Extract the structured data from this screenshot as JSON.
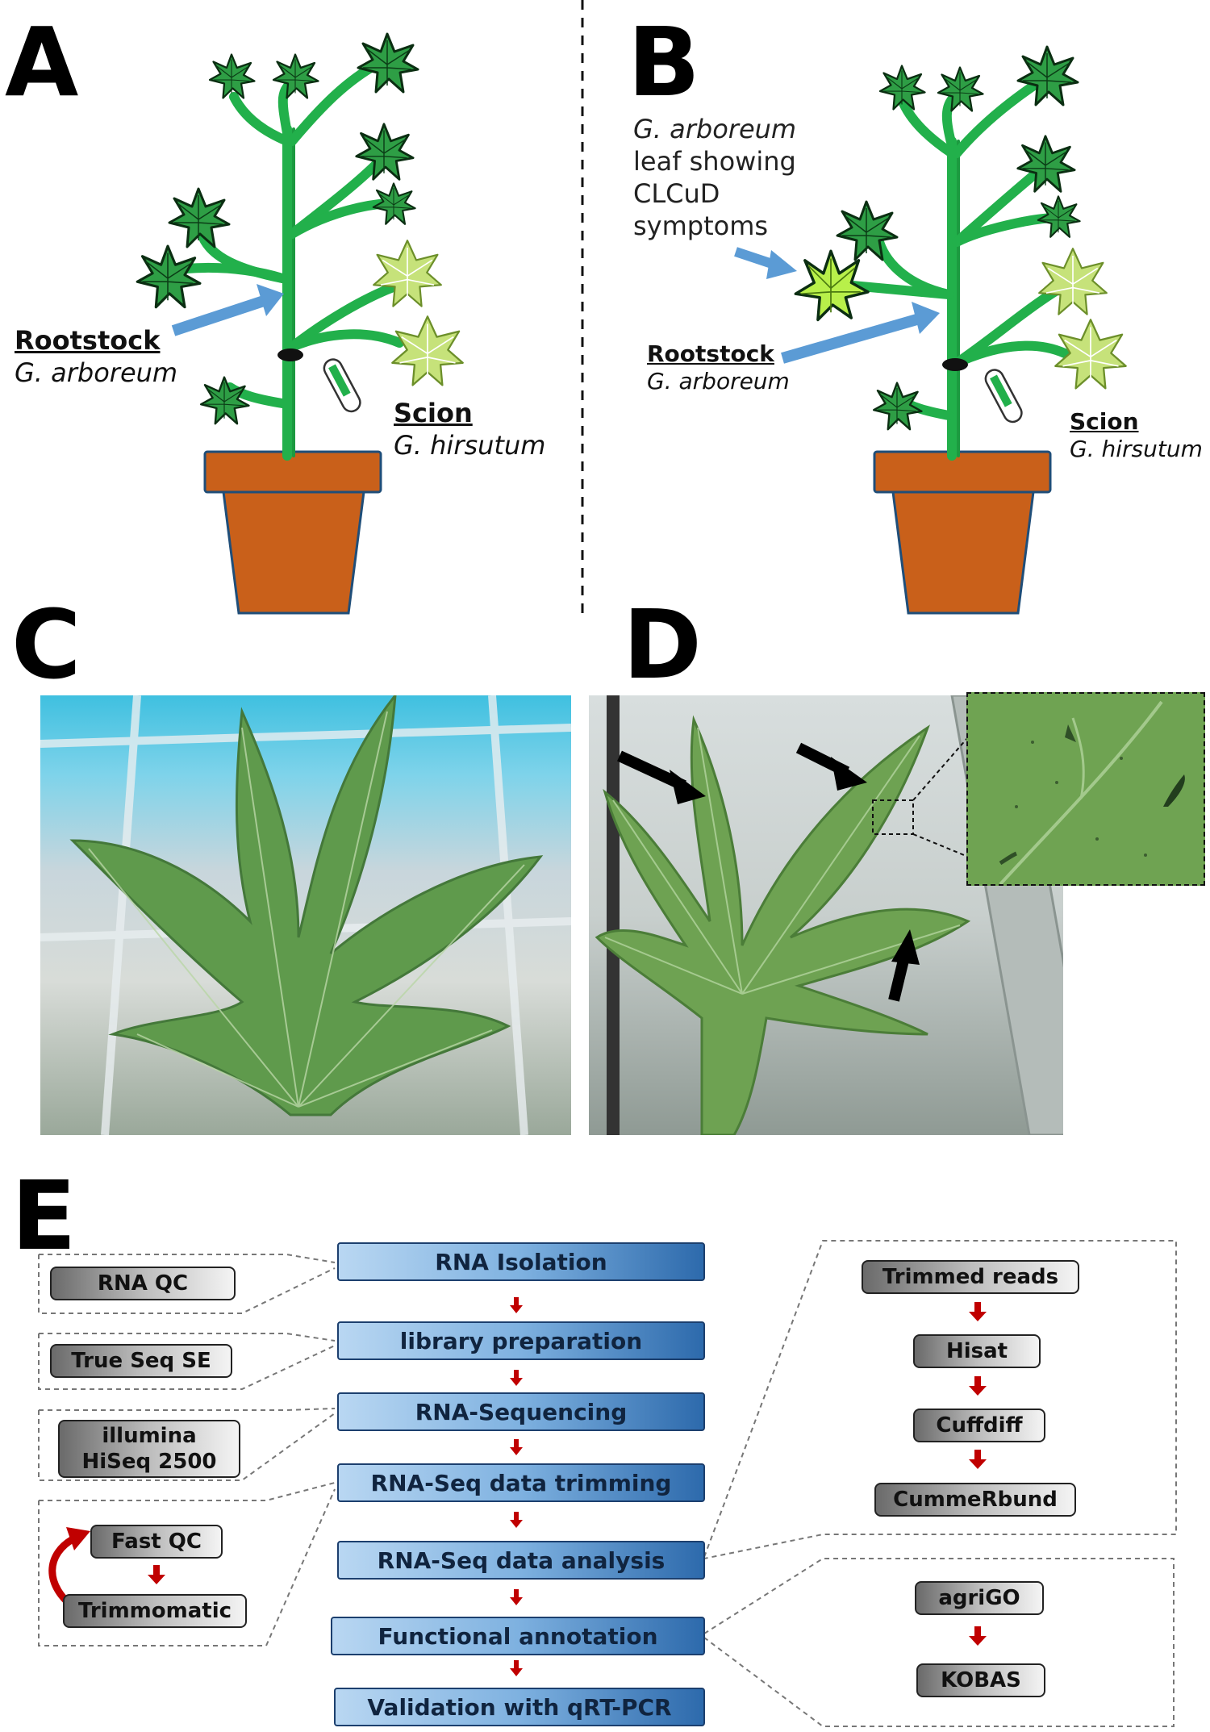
{
  "panels": {
    "a": "A",
    "b": "B",
    "c": "C",
    "d": "D",
    "e": "E"
  },
  "panel_a": {
    "rootstock_title": "Rootstock",
    "rootstock_species": "G. arboreum",
    "scion_title": "Scion",
    "scion_species": "G. hirsutum"
  },
  "panel_b": {
    "note_line1": "G. arboreum",
    "note_line2": "leaf showing",
    "note_line3": "CLCuD",
    "note_line4": "symptoms",
    "rootstock_title": "Rootstock",
    "rootstock_species": "G. arboreum",
    "scion_title": "Scion",
    "scion_species": "G. hirsutum"
  },
  "workflow": {
    "steps": [
      "RNA Isolation",
      "library preparation",
      "RNA-Sequencing",
      "RNA-Seq data trimming",
      "RNA-Seq data analysis",
      "Functional annotation",
      "Validation with qRT-PCR"
    ],
    "left_tools": {
      "rna_qc": "RNA QC",
      "trueseq": "True Seq SE",
      "illumina_line1": "illumina",
      "illumina_line2": "HiSeq 2500",
      "fastqc": "Fast QC",
      "trimmomatic": "Trimmomatic"
    },
    "right_tools": {
      "trimmed": "Trimmed reads",
      "hisat": "Hisat",
      "cuffdiff": "Cuffdiff",
      "cummerbund": "CummeRbund",
      "agrigo": "agriGO",
      "kobas": "KOBAS"
    }
  },
  "colors": {
    "stem": "#22b04b",
    "leaf_healthy": "#2e9e45",
    "leaf_scion": "#c6e27a",
    "pot": "#c9601a",
    "arrow_blue": "#5b9bd5",
    "arrow_red": "#c00000",
    "step_dark": "#2d6aac",
    "step_light": "#b9d7f2"
  }
}
